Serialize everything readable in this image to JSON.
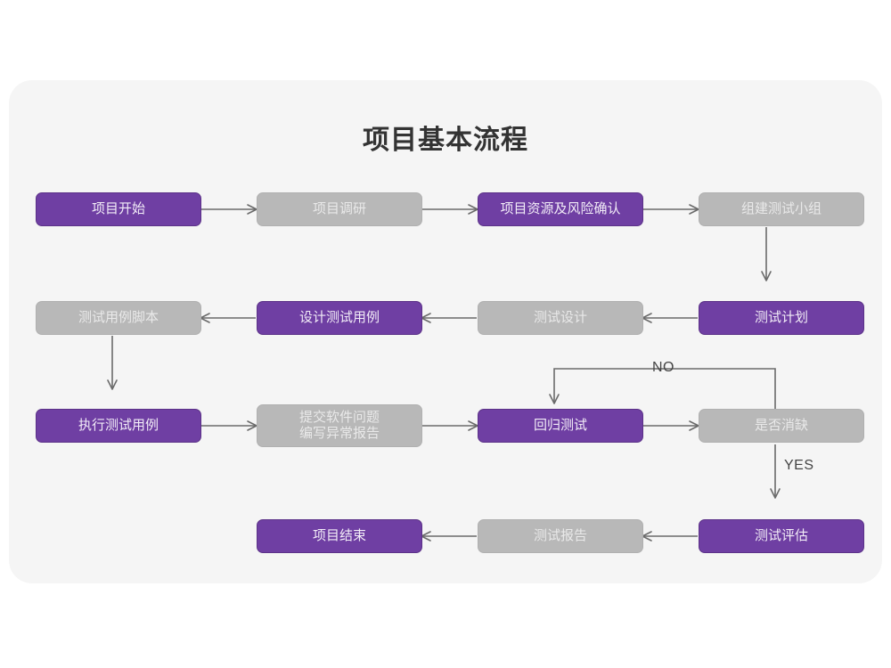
{
  "diagram": {
    "title": "项目基本流程",
    "colors": {
      "accent_purple": "#6f3fa3",
      "muted_gray": "#b8b8b8",
      "card_background": "#f5f5f5",
      "page_background": "#ffffff",
      "connector": "#6b6b6b",
      "title_text": "#333333"
    },
    "nodes": [
      {
        "id": "n1",
        "label": "项目开始",
        "style": "purple",
        "row": 1,
        "col": 1
      },
      {
        "id": "n2",
        "label": "项目调研",
        "style": "gray",
        "row": 1,
        "col": 2
      },
      {
        "id": "n3",
        "label": "项目资源及风险确认",
        "style": "purple",
        "row": 1,
        "col": 3
      },
      {
        "id": "n4",
        "label": "组建测试小组",
        "style": "gray",
        "row": 1,
        "col": 4
      },
      {
        "id": "n5",
        "label": "测试用例脚本",
        "style": "gray",
        "row": 2,
        "col": 1
      },
      {
        "id": "n6",
        "label": "设计测试用例",
        "style": "purple",
        "row": 2,
        "col": 2
      },
      {
        "id": "n7",
        "label": "测试设计",
        "style": "gray",
        "row": 2,
        "col": 3
      },
      {
        "id": "n8",
        "label": "测试计划",
        "style": "purple",
        "row": 2,
        "col": 4
      },
      {
        "id": "n9",
        "label": "执行测试用例",
        "style": "purple",
        "row": 3,
        "col": 1
      },
      {
        "id": "n10",
        "label": "提交软件问题\n编写异常报告",
        "style": "gray",
        "row": 3,
        "col": 2
      },
      {
        "id": "n11",
        "label": "回归测试",
        "style": "purple",
        "row": 3,
        "col": 3
      },
      {
        "id": "n12",
        "label": "是否消缺",
        "style": "gray",
        "row": 3,
        "col": 4
      },
      {
        "id": "n13",
        "label": "项目结束",
        "style": "purple",
        "row": 4,
        "col": 2
      },
      {
        "id": "n14",
        "label": "测试报告",
        "style": "gray",
        "row": 4,
        "col": 3
      },
      {
        "id": "n15",
        "label": "测试评估",
        "style": "purple",
        "row": 4,
        "col": 4
      }
    ],
    "edges": [
      {
        "from": "n1",
        "to": "n2",
        "direction": "right",
        "label": ""
      },
      {
        "from": "n2",
        "to": "n3",
        "direction": "right",
        "label": ""
      },
      {
        "from": "n3",
        "to": "n4",
        "direction": "right",
        "label": ""
      },
      {
        "from": "n4",
        "to": "n8",
        "direction": "down",
        "label": ""
      },
      {
        "from": "n8",
        "to": "n7",
        "direction": "left",
        "label": ""
      },
      {
        "from": "n7",
        "to": "n6",
        "direction": "left",
        "label": ""
      },
      {
        "from": "n6",
        "to": "n5",
        "direction": "left",
        "label": ""
      },
      {
        "from": "n5",
        "to": "n9",
        "direction": "down",
        "label": ""
      },
      {
        "from": "n9",
        "to": "n10",
        "direction": "right",
        "label": ""
      },
      {
        "from": "n10",
        "to": "n11",
        "direction": "right",
        "label": ""
      },
      {
        "from": "n11",
        "to": "n12",
        "direction": "right",
        "label": ""
      },
      {
        "from": "n12",
        "to": "n11",
        "direction": "loop-up-left",
        "label": "NO"
      },
      {
        "from": "n12",
        "to": "n15",
        "direction": "down",
        "label": "YES"
      },
      {
        "from": "n15",
        "to": "n14",
        "direction": "left",
        "label": ""
      },
      {
        "from": "n14",
        "to": "n13",
        "direction": "left",
        "label": ""
      }
    ],
    "edge_labels": {
      "no": "NO",
      "yes": "YES"
    }
  }
}
